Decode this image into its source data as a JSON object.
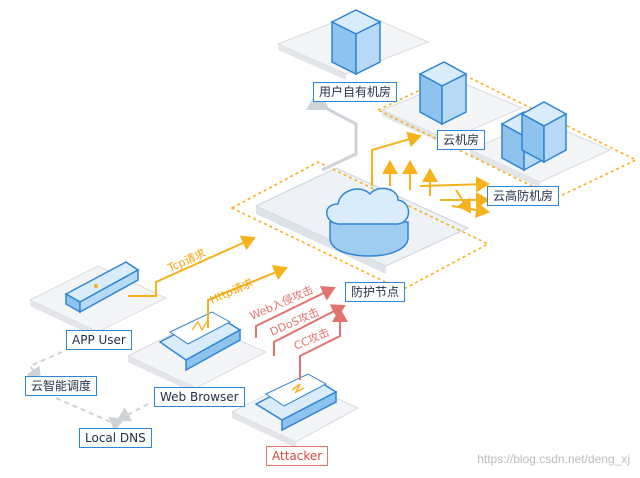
{
  "nodes": {
    "user_room": "用户自有机房",
    "cloud_room": "云机房",
    "cloud_high_defense_room": "云高防机房",
    "protection_node": "防护节点",
    "app_user": "APP User",
    "web_browser": "Web Browser",
    "attacker": "Attacker",
    "cloud_dispatch": "云智能调度",
    "local_dns": "Local DNS"
  },
  "flows": {
    "tcp": "Tcp请求",
    "http": "Http请求",
    "web_attack": "Web入侵攻击",
    "ddos_attack": "DDoS攻击",
    "cc_attack": "CC攻击"
  },
  "watermark": "https://blog.csdn.net/deng_xj",
  "colors": {
    "blue": "#2f86d6",
    "orange": "#f5b21c",
    "red": "#e2736d",
    "gray": "#cfd3d8"
  }
}
